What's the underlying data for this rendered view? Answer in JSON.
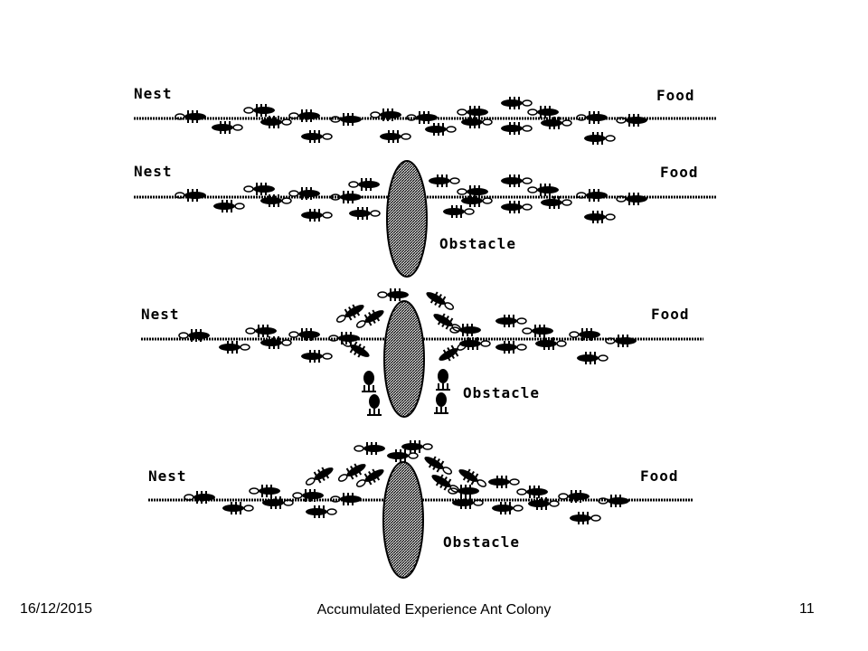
{
  "footer": {
    "date": "16/12/2015",
    "title": "Accumulated Experience Ant Colony",
    "page_number": "11"
  },
  "panels": [
    {
      "nest_label": "Nest",
      "food_label": "Food",
      "obstacle_label": ""
    },
    {
      "nest_label": "Nest",
      "food_label": "Food",
      "obstacle_label": "Obstacle"
    },
    {
      "nest_label": "Nest",
      "food_label": "Food",
      "obstacle_label": "Obstacle"
    },
    {
      "nest_label": "Nest",
      "food_label": "Food",
      "obstacle_label": "Obstacle"
    }
  ],
  "colors": {
    "ink": "#000000",
    "obstacle_fill": "#6e6e6e",
    "background": "#ffffff"
  }
}
